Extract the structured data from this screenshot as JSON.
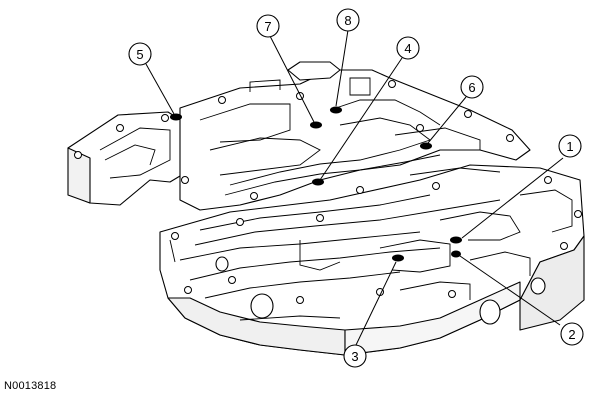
{
  "figure_id": "N0013818",
  "callouts": [
    {
      "label": "1"
    },
    {
      "label": "2"
    },
    {
      "label": "3"
    },
    {
      "label": "4"
    },
    {
      "label": "5"
    },
    {
      "label": "6"
    },
    {
      "label": "7"
    },
    {
      "label": "8"
    }
  ],
  "colors": {
    "line": "#000000",
    "fill": "#ffffff",
    "shade": "#e6e6e6"
  }
}
